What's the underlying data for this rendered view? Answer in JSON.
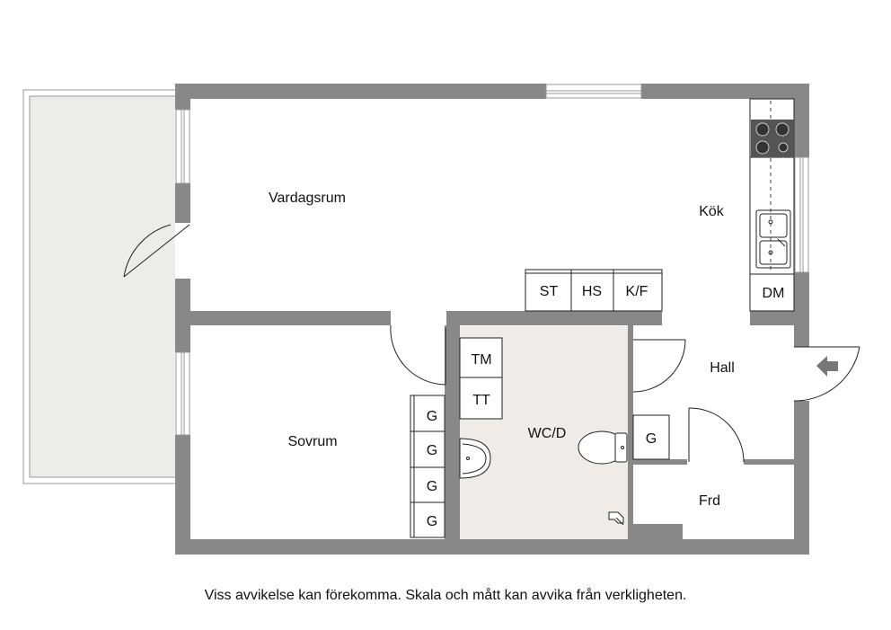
{
  "colors": {
    "wall": "#888888",
    "balcony_fill": "#ececeb",
    "bathroom_fill": "#efebe8",
    "fixture_stroke": "#222222",
    "window_stroke": "#999999"
  },
  "rooms": {
    "vardagsrum": "Vardagsrum",
    "kok": "Kök",
    "sovrum": "Sovrum",
    "wcd": "WC/D",
    "hall": "Hall",
    "frd": "Frd"
  },
  "fixtures": {
    "st": "ST",
    "hs": "HS",
    "kf": "K/F",
    "dm": "DM",
    "tm": "TM",
    "tt": "TT",
    "g_hall": "G",
    "g_bedroom": [
      "G",
      "G",
      "G",
      "G"
    ]
  },
  "icons": {
    "entrance": "entrance-arrow-icon",
    "stove": "stove-icon",
    "sink": "kitchen-sink-icon",
    "washbasin": "washbasin-icon",
    "toilet": "toilet-icon",
    "shower": "shower-icon"
  },
  "disclaimer": "Viss avvikelse kan förekomma. Skala och mått kan avvika från verkligheten."
}
